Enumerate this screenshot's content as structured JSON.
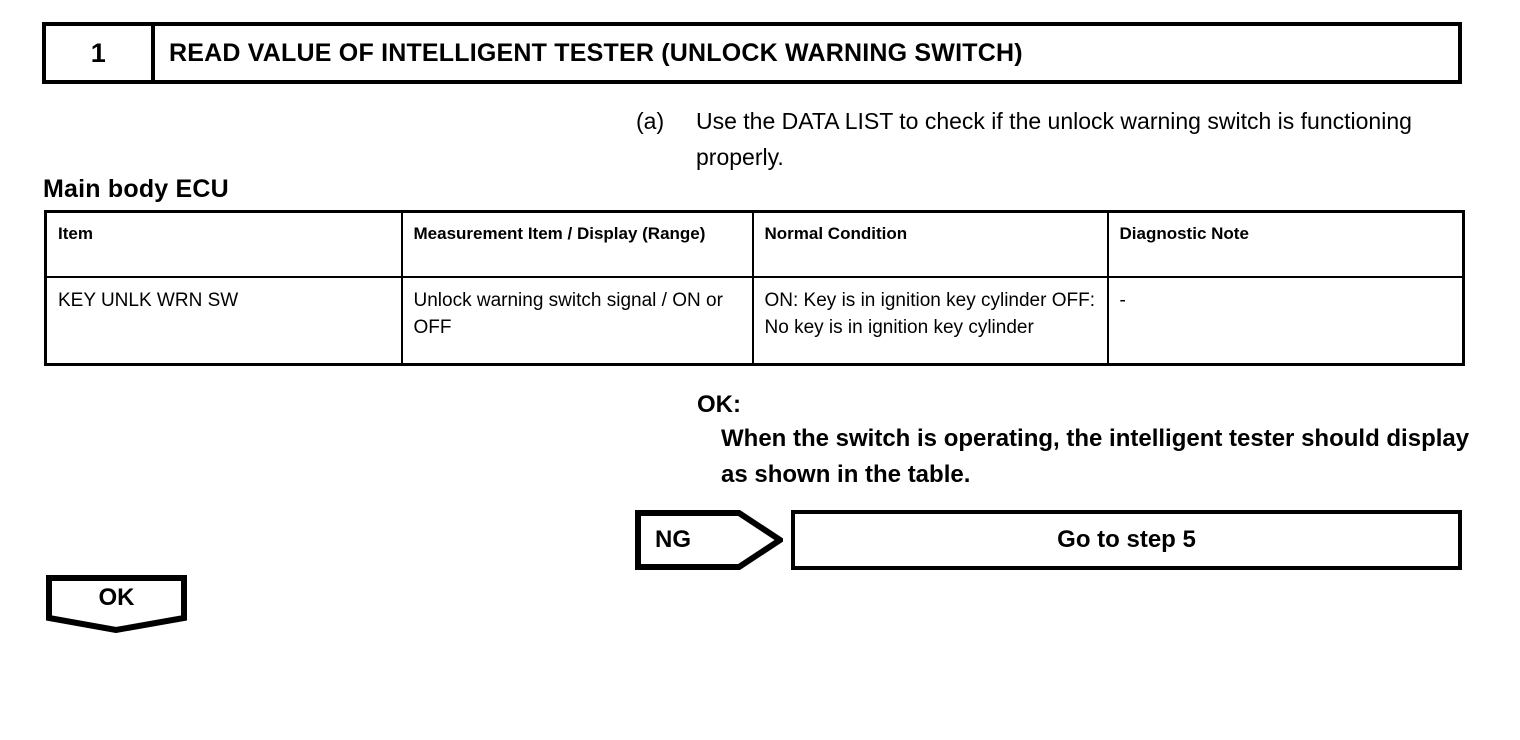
{
  "step": {
    "number": "1",
    "title": "READ VALUE OF INTELLIGENT TESTER (UNLOCK WARNING SWITCH)"
  },
  "instruction": {
    "marker": "(a)",
    "text": "Use the DATA LIST to check if the unlock warning switch is functioning properly."
  },
  "section": {
    "heading": "Main body ECU"
  },
  "table": {
    "headers": [
      "Item",
      "Measurement Item / Display (Range)",
      "Normal Condition",
      "Diagnostic Note"
    ],
    "rows": [
      {
        "item": "KEY UNLK WRN SW",
        "measurement": "Unlock warning switch signal / ON or OFF",
        "normal_condition": "ON: Key is in ignition key cylinder OFF: No key is in ignition key cylinder",
        "diagnostic_note": "-"
      }
    ]
  },
  "result": {
    "ok_label": "OK:",
    "ok_text": "When the switch is operating, the intelligent tester should display as shown in the table."
  },
  "branches": {
    "ng_label": "NG",
    "ng_target": "Go to step 5",
    "ok_label": "OK"
  },
  "colors": {
    "ink": "#000000",
    "paper": "#ffffff"
  }
}
